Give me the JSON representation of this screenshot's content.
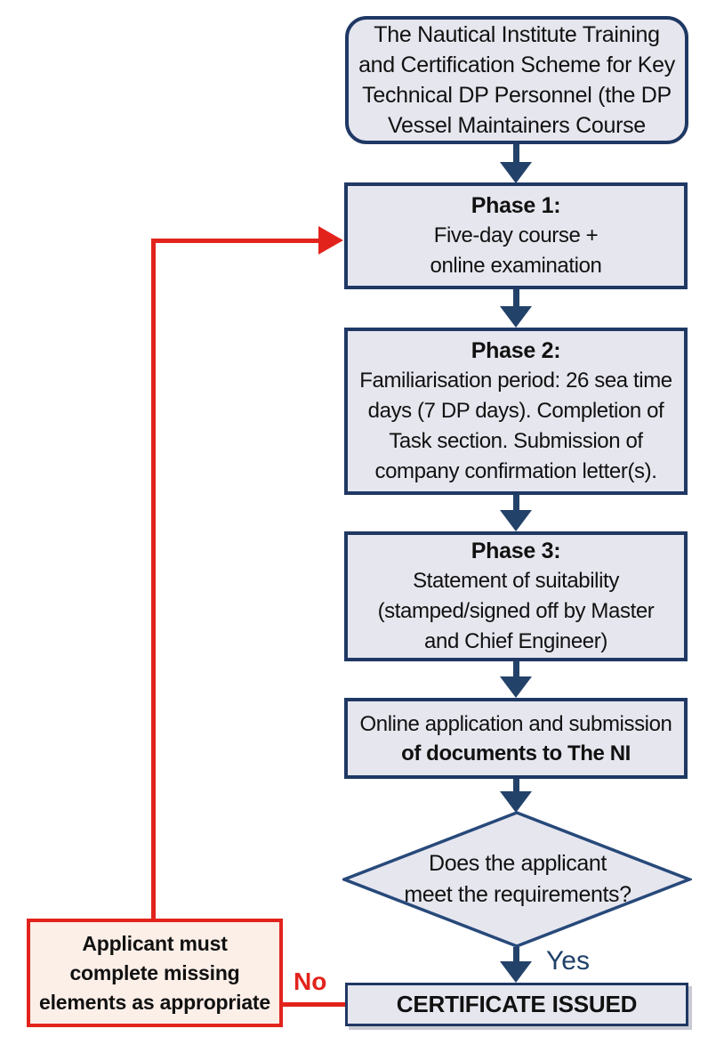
{
  "flowchart": {
    "start": "The Nautical Institute Training\nand Certification Scheme for Key\nTechnical DP Personnel (the DP\nVessel Maintainers  Course",
    "phase1": {
      "title": "Phase 1:",
      "body": "Five-day course +\nonline examination"
    },
    "phase2": {
      "title": "Phase 2:",
      "body": "Familiarisation period: 26 sea time\ndays (7 DP days). Completion of\nTask section. Submission of\ncompany confirmation letter(s)."
    },
    "phase3": {
      "title": "Phase 3:",
      "body": "Statement of suitability\n(stamped/signed off by Master\nand Chief Engineer)"
    },
    "application": {
      "line1": "Online application and submission",
      "line2": "of documents to The NI"
    },
    "decision": "Does the applicant\nmeet the requirements?",
    "certificate": "CERTIFICATE ISSUED",
    "remediation": "Applicant must\ncomplete missing\nelements as appropriate",
    "labels": {
      "yes": "Yes",
      "no": "No"
    }
  },
  "colors": {
    "box_fill": "#E6E6EF",
    "box_border": "#1F3864",
    "arrow": "#234269",
    "yes_label": "#1F4068",
    "red": "#E2231C",
    "remediation_fill": "#FCEFE8",
    "text": "#111111"
  }
}
